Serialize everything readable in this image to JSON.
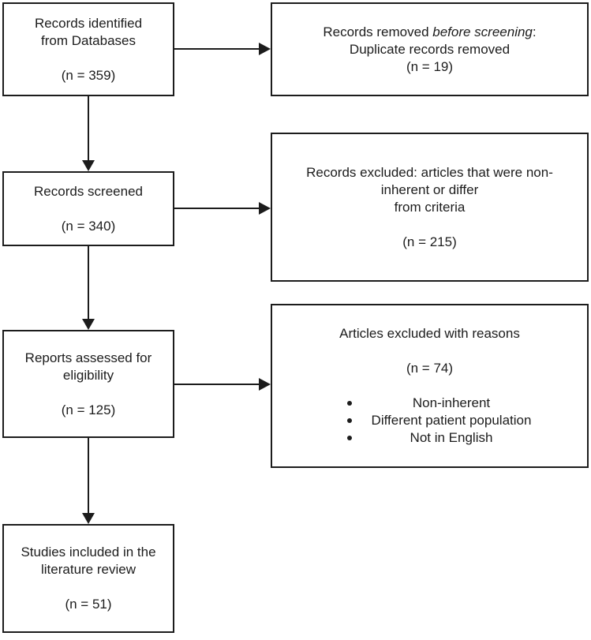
{
  "style": {
    "border_color": "#1c1c1c",
    "text_color": "#1c1c1c",
    "background": "#ffffff"
  },
  "boxes": {
    "identified": {
      "lines": [
        "Records identified",
        "from Databases"
      ],
      "count": "(n = 359)"
    },
    "removed": {
      "line1_prefix": "Records removed ",
      "line1_italic": "before screening",
      "line1_suffix": ":",
      "line2": "Duplicate records removed",
      "count": "(n = 19)"
    },
    "screened": {
      "line1": "Records screened",
      "count": "(n = 340)"
    },
    "excluded": {
      "lines": [
        "Records excluded: articles that were non-",
        "inherent or differ",
        "from criteria"
      ],
      "count": "(n = 215)"
    },
    "assessed": {
      "lines": [
        "Reports assessed for",
        "eligibility"
      ],
      "count": "(n = 125)"
    },
    "reasons": {
      "title": "Articles excluded with reasons",
      "count": "(n = 74)",
      "bullets": [
        "Non-inherent",
        "Different patient population",
        "Not in English"
      ]
    },
    "included": {
      "lines": [
        "Studies included in the",
        "literature review"
      ],
      "count": "(n = 51)"
    }
  }
}
